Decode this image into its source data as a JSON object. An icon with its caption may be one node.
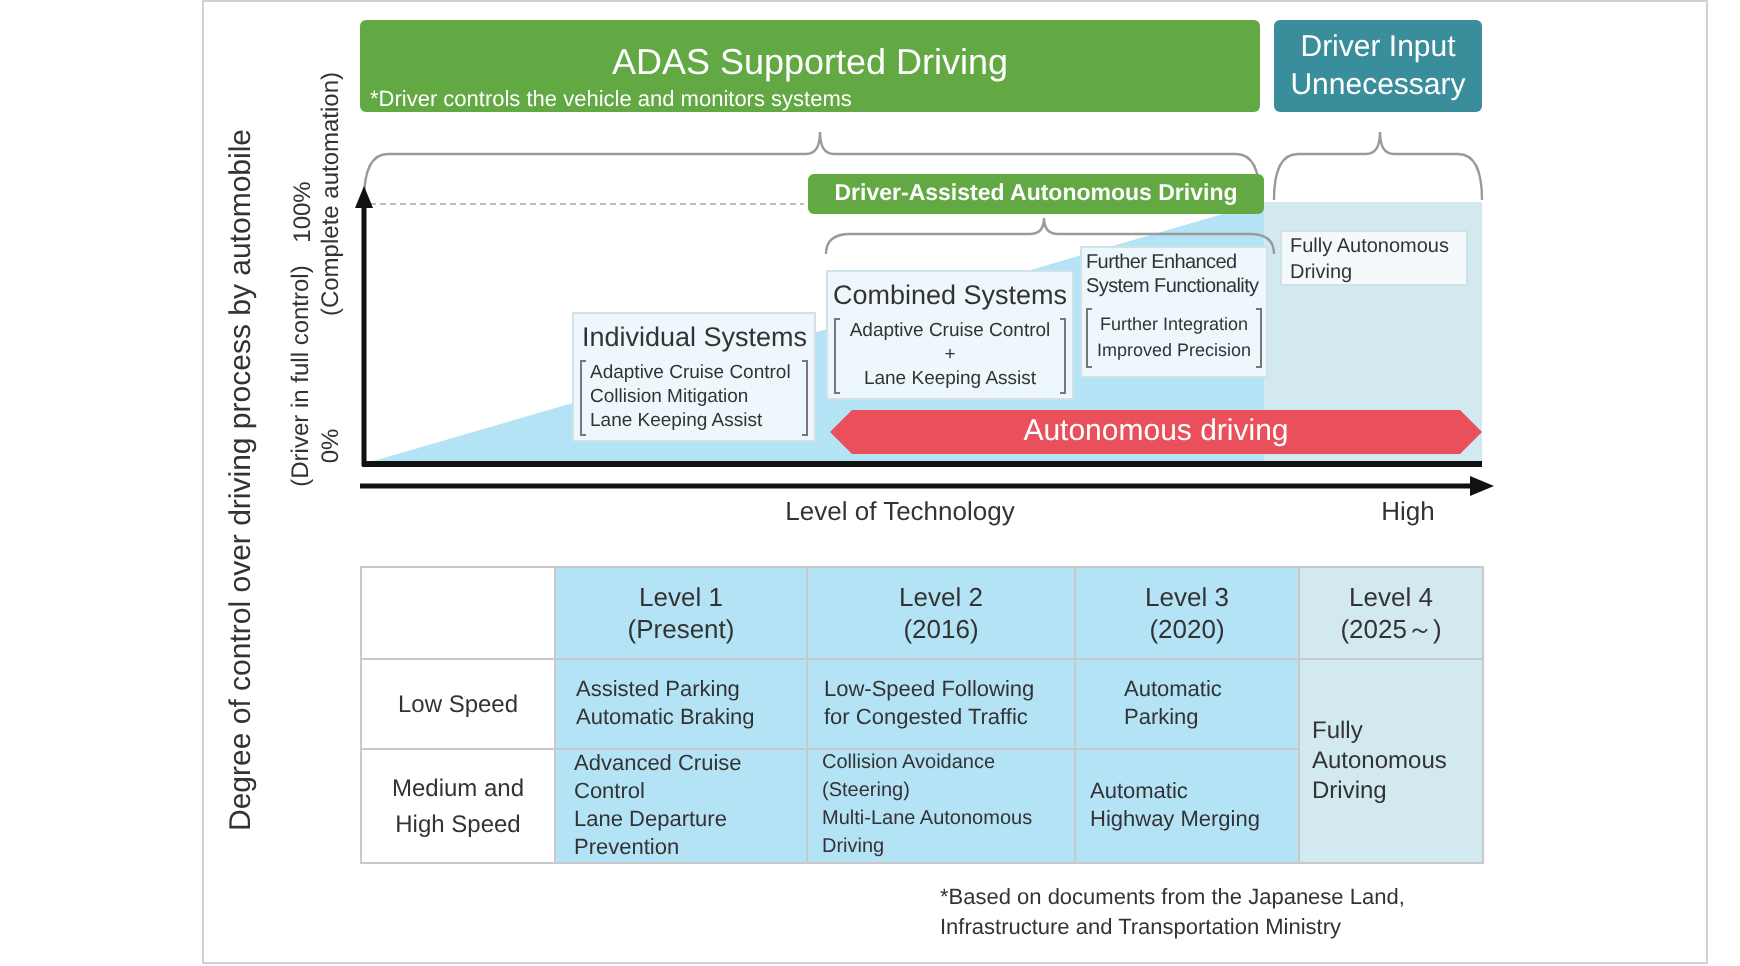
{
  "diagram": {
    "nodes": [
      {
        "text": [
          "ADAS Supported Driving",
          "*Driver controls the vehicle and monitors systems"
        ]
      },
      {
        "text": [
          "Driver Input Unnecessary"
        ]
      },
      {
        "text": [
          "Driver-Assisted Autonomous Driving"
        ]
      },
      {
        "text": [
          "Individual Systems",
          "Adaptive Cruise Control",
          "Collision Mitigation",
          "Lane Keeping Assist"
        ]
      },
      {
        "text": [
          "Combined Systems",
          "Adaptive Cruise Control",
          "+",
          "Lane Keeping Assist"
        ]
      },
      {
        "text": [
          "Further Enhanced System Functionality",
          "Further Integration",
          "Improved Precision"
        ]
      },
      {
        "text": [
          "Fully Autonomous Driving"
        ]
      },
      {
        "text": [
          "Autonomous driving"
        ]
      }
    ],
    "labels": [
      "Degree of control over driving process by automobile",
      "100%",
      "(Complete automation)",
      "(Driver in full control)",
      "0%",
      "Level of Technology",
      "High",
      "Level 1 (Present)",
      "Level 2 (2016)",
      "Level 3 (2020)",
      "Level 4 (2025～)",
      "Low Speed",
      "Assisted Parking",
      "Automatic Braking",
      "Low-Speed Following for Congested Traffic",
      "Automatic Parking",
      "Fully Autonomous Driving",
      "Medium and High Speed",
      "Advanced Cruise Control",
      "Lane Departure Prevention",
      "Collision Avoidance (Steering)",
      "Multi-Lane Autonomous Driving",
      "Automatic Highway Merging",
      "*Based on documents from the Japanese Land, Infrastructure and Transportation Ministry"
    ]
  }
}
